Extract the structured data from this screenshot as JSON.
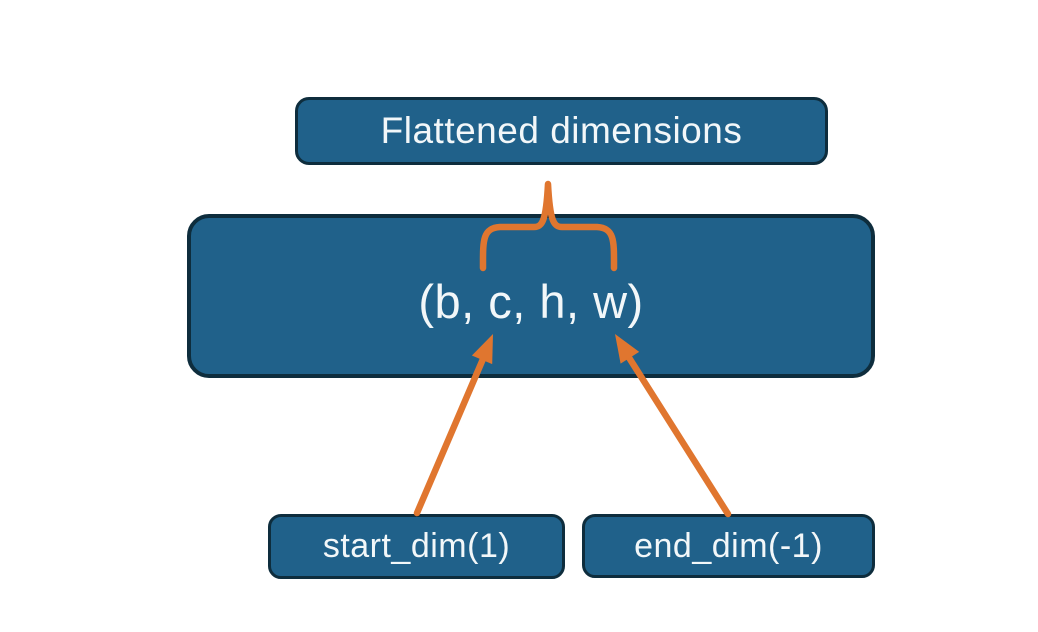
{
  "diagram": {
    "colors": {
      "box_fill": "#20618A",
      "box_border": "#0E2D3D",
      "accent": "#E0762F",
      "label_text": "#F2F7F9",
      "background": "#FFFFFF"
    },
    "top_box": {
      "label": "Flattened dimensions"
    },
    "main_box": {
      "label": "(b, c, h, w)"
    },
    "bottom_boxes": [
      {
        "label": "start_dim(1)"
      },
      {
        "label": "end_dim(-1)"
      }
    ],
    "connectors": {
      "brace": {
        "from": "c and h span of (b, c, h, w)",
        "to": "Flattened dimensions"
      },
      "left_arrow": {
        "from": "start_dim(1)",
        "to": "c"
      },
      "right_arrow": {
        "from": "end_dim(-1)",
        "to": "w"
      }
    }
  }
}
